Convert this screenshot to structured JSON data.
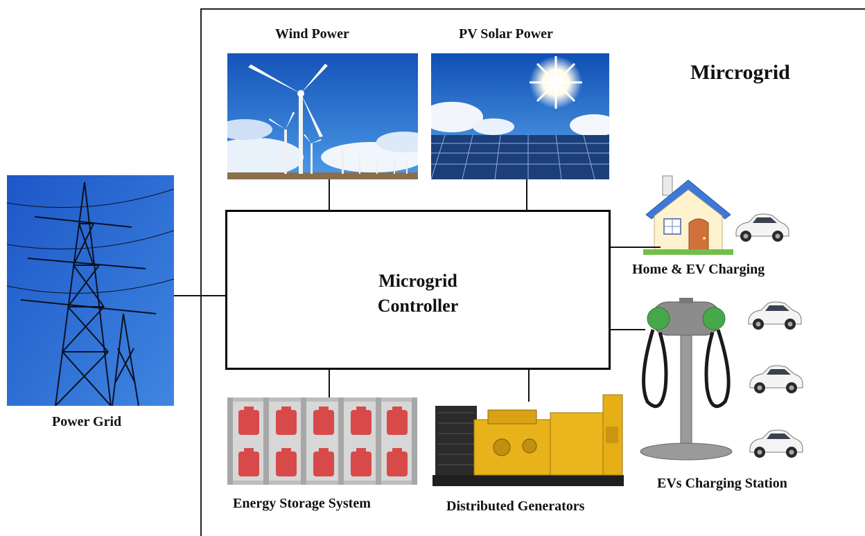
{
  "labels": {
    "wind": "Wind Power",
    "pv": "PV Solar Power",
    "microgrid": "Mircrogrid",
    "controller_line1": "Microgrid",
    "controller_line2": "Controller",
    "home": "Home & EV Charging",
    "station": "EVs Charging Station",
    "grid": "Power Grid",
    "storage": "Energy Storage System",
    "generators": "Distributed Generators"
  },
  "icons": {
    "wind": "wind-turbines-photo",
    "pv": "solar-panels-photo",
    "grid": "transmission-tower-photo",
    "home": "house-icon",
    "ev": "electric-car-icon",
    "charger": "charging-station-icon",
    "storage": "battery-bank-icon",
    "generator": "diesel-generator-icon"
  },
  "colors": {
    "sky": "#1f6fd6",
    "battery_red": "#d84a4a",
    "storage_bg": "#d7d7d7",
    "generator_yellow": "#e8b21a",
    "charger_green": "#46a84a"
  }
}
